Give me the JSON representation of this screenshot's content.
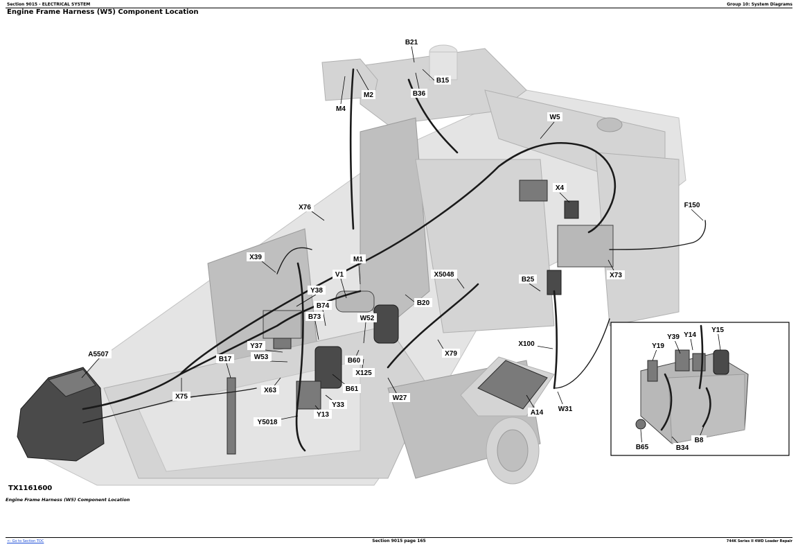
{
  "header": {
    "left": "Section 9015 - ELECTRICAL SYSTEM",
    "right": "Group 10: System Diagrams"
  },
  "title": "Engine Frame Harness (W5) Component Location",
  "figure": {
    "id": "TX1161600",
    "caption": "Engine Frame Harness (W5) Component Location",
    "labels": [
      "B21",
      "M2",
      "M4",
      "B36",
      "B15",
      "W5",
      "X4",
      "F150",
      "X76",
      "X39",
      "M1",
      "V1",
      "X5048",
      "B25",
      "X73",
      "Y38",
      "B74",
      "B20",
      "B73",
      "W52",
      "A5507",
      "Y37",
      "W53",
      "B17",
      "B60",
      "X79",
      "X100",
      "X125",
      "X63",
      "X75",
      "B61",
      "Y33",
      "Y13",
      "W27",
      "A14",
      "W31",
      "Y5018",
      "Y39",
      "Y14",
      "Y15",
      "Y19",
      "B8",
      "B65",
      "B34"
    ]
  },
  "footer": {
    "left": "<- Go to Section TOC",
    "center": "Section 9015 page 165",
    "right": "744K Series II 4WD Loader Repair"
  }
}
